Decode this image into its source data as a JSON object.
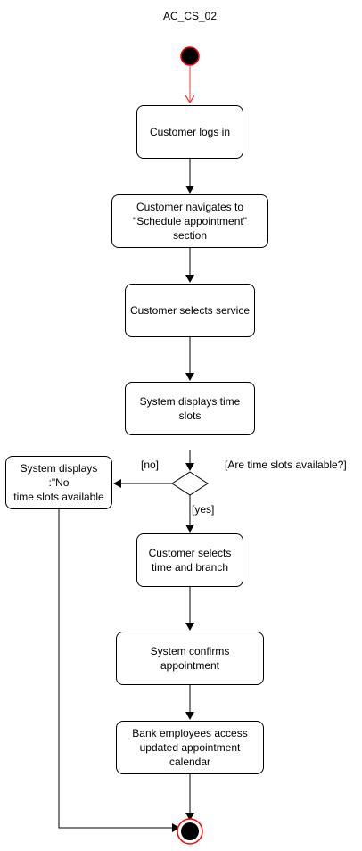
{
  "diagram": {
    "title": "AC_CS_02",
    "nodes": [
      {
        "id": "login",
        "text": "Customer logs in"
      },
      {
        "id": "navigate",
        "text": "Customer navigates to\n\"Schedule appointment\" section"
      },
      {
        "id": "select-service",
        "text": "Customer selects service"
      },
      {
        "id": "display-slots",
        "text": "System displays time slots"
      },
      {
        "id": "no-slots",
        "text": "System displays :\"No\ntime slots available"
      },
      {
        "id": "select-time",
        "text": "Customer selects\ntime and branch"
      },
      {
        "id": "confirm",
        "text": "System confirms appointment"
      },
      {
        "id": "calendar",
        "text": "Bank employees access\nupdated appointment calendar"
      }
    ],
    "decision": {
      "question": "[Are time slots available?]",
      "no_label": "[no]",
      "yes_label": "[yes]"
    },
    "colors": {
      "start_fill": "#000000",
      "start_outline": "#ff0000",
      "initial_arrow": "#ff3333",
      "end_ring": "#ff0000",
      "line": "#000000"
    }
  }
}
